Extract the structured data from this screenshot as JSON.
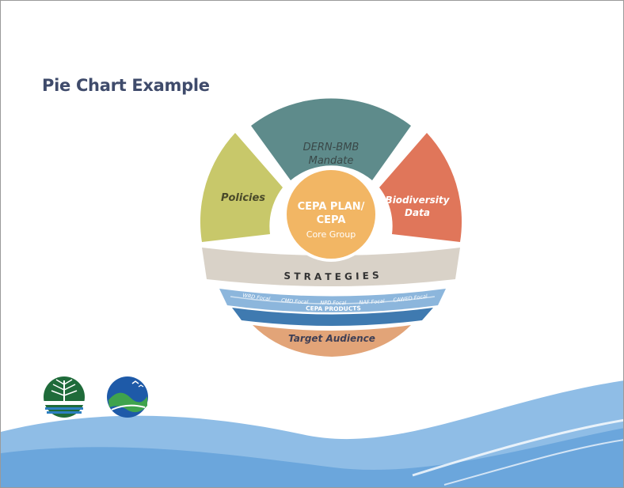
{
  "slide": {
    "title": "Pie Chart Example"
  },
  "diagram": {
    "center": {
      "line1": "CEPA PLAN/",
      "line2": "CEPA",
      "line3": "Core Group"
    },
    "segments": {
      "top": {
        "line1": "DERN-BMB",
        "line2": "Mandate"
      },
      "left": {
        "line1": "Policies"
      },
      "right": {
        "line1": "Biodiversity",
        "line2": "Data"
      }
    },
    "strategies": "S T R A T E G I E S",
    "focal_labels": [
      "WRD Focal",
      "CMD Focal",
      "NPD Focal",
      "NAF Focal",
      "CAWED Focal"
    ],
    "products": "CEPA PRODUCTS",
    "target": "Target Audience"
  },
  "colors": {
    "policies": "#c8c86a",
    "mandate": "#5e8b8b",
    "biodiversity": "#e0765a",
    "center": "#f2b664",
    "strategies": "#d9d2c8",
    "band_light": "#8cb6dc",
    "band_dark": "#3f7ab0",
    "target": "#e2a478",
    "wave": "#8fbde6"
  },
  "logos": [
    "tree-logo",
    "nature-logo"
  ]
}
